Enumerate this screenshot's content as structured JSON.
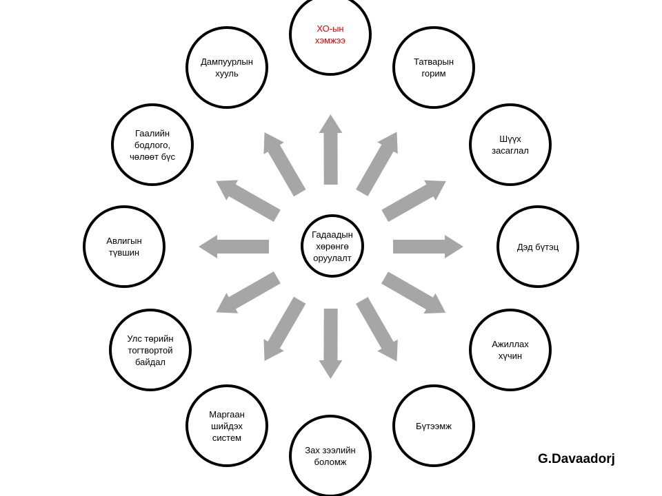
{
  "center": {
    "label": "Гадаадын\nхөрөнгө\nоруулалт"
  },
  "factors": [
    {
      "label": "ХО-ын\nхэмжээ",
      "color": "#e00000"
    },
    {
      "label": "Татварын\nгорим",
      "color": "#000000"
    },
    {
      "label": "Шүүх\nзасаглал",
      "color": "#000000"
    },
    {
      "label": "Дэд бүтэц",
      "color": "#000000"
    },
    {
      "label": "Ажиллах\nхүчин",
      "color": "#000000"
    },
    {
      "label": "Бүтээмж",
      "color": "#000000"
    },
    {
      "label": "Зах зээлийн\nболомж",
      "color": "#000000"
    },
    {
      "label": "Маргаан\nшийдэх\nсистем",
      "color": "#000000"
    },
    {
      "label": "Улс төрийн\nтогтвортой\nбайдал",
      "color": "#000000"
    },
    {
      "label": "Авлигын\nтүвшин",
      "color": "#000000"
    },
    {
      "label": "Гаалийн\nбодлого,\nчөлөөт бүс",
      "color": "#000000"
    },
    {
      "label": "Дампуурлын\nхууль",
      "color": "#000000"
    }
  ],
  "arrow_color": "#a6a6a6",
  "author": "G.Davaadorj"
}
